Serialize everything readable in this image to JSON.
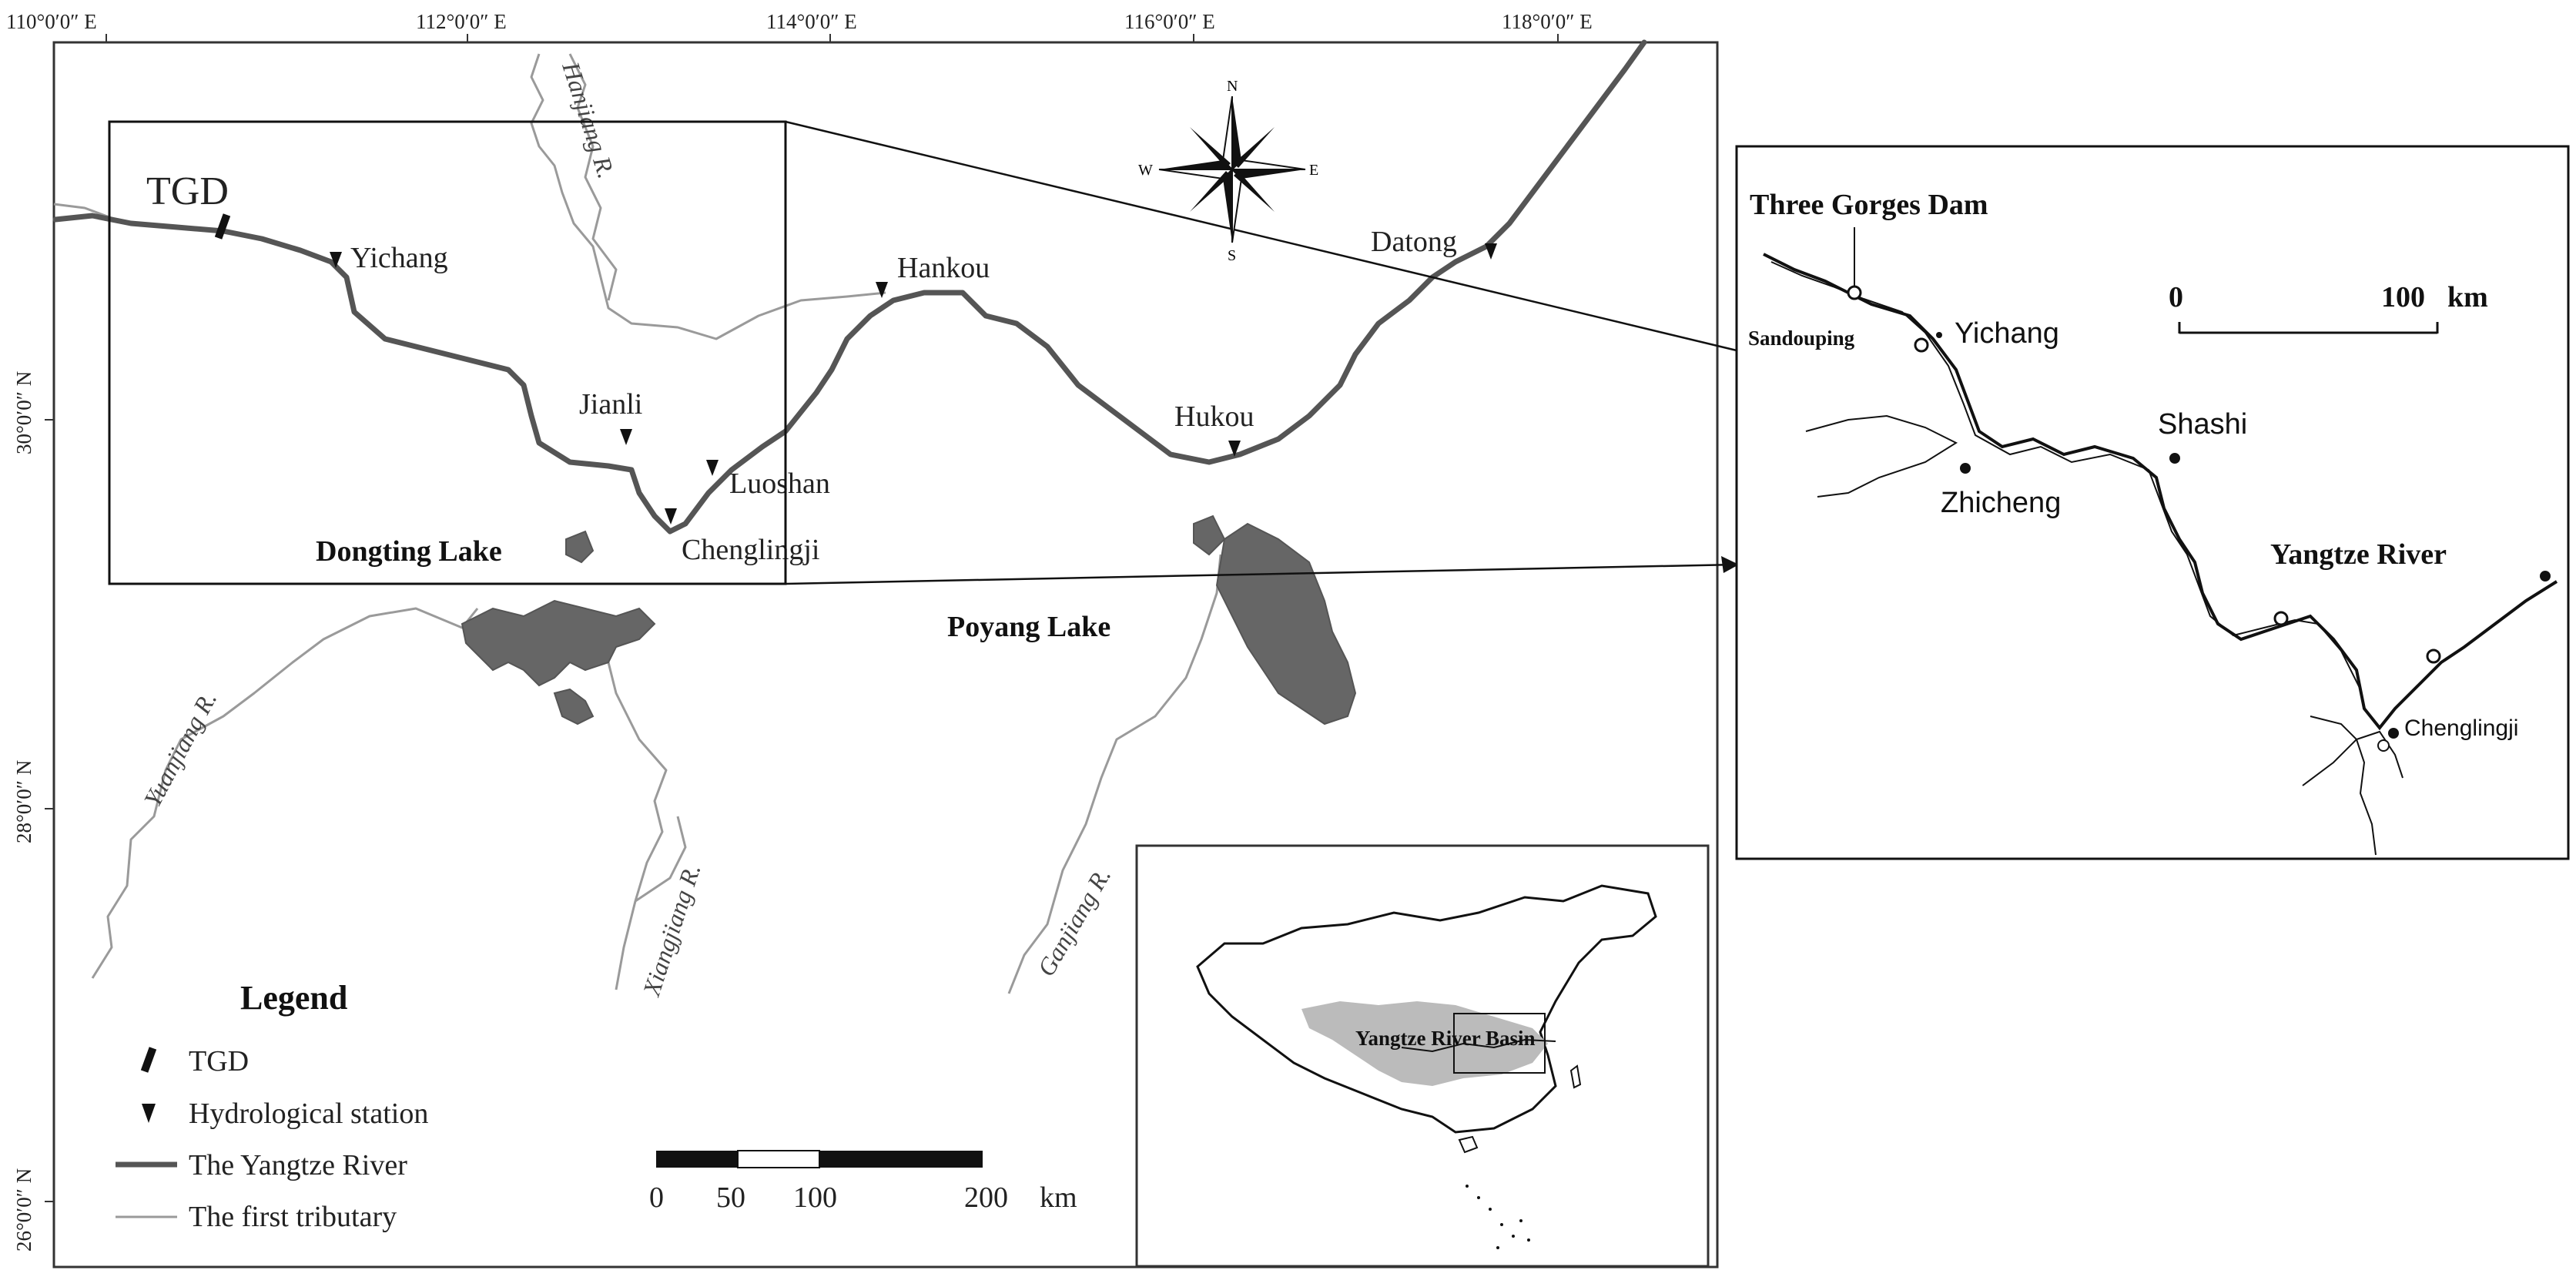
{
  "longitude_labels": [
    "110°0′0″  E",
    "112°0′0″  E",
    "114°0′0″  E",
    "116°0′0″  E",
    "118°0′0″  E"
  ],
  "latitude_labels": [
    "30°0′0″ N",
    "28°0′0″ N",
    "26°0′0″ N"
  ],
  "stations": {
    "tgd": "TGD",
    "yichang": "Yichang",
    "jianli": "Jianli",
    "luoshan": "Luoshan",
    "chenglingji": "Chenglingji",
    "hankou": "Hankou",
    "hukou": "Hukou",
    "datong": "Datong"
  },
  "lakes": {
    "dongting": "Dongting Lake",
    "poyang": "Poyang Lake"
  },
  "rivers": {
    "hanjiang": "Hanjiang R.",
    "yuanjiang": "Yuanjiang R.",
    "xiangjiang": "Xiangjiang R.",
    "ganjiang": "Ganjiang R."
  },
  "compass": {
    "n": "N",
    "s": "S",
    "e": "E",
    "w": "W"
  },
  "legend": {
    "title": "Legend",
    "items": [
      "TGD",
      "Hydrological station",
      "The Yangtze River",
      "The first tributary"
    ]
  },
  "scale_bar": {
    "ticks": [
      "0",
      "50",
      "100",
      "200"
    ],
    "unit": "km"
  },
  "locator_map": {
    "label": "Yangtze River Basin"
  },
  "inset": {
    "title": "Three Gorges Dam",
    "sandouping": "Sandouping",
    "yichang": "Yichang",
    "zhicheng": "Zhicheng",
    "shashi": "Shashi",
    "yangtze_river": "Yangtze River",
    "chenglingji": "Chenglingji",
    "scale": {
      "start": "0",
      "end": "100",
      "unit": "km"
    }
  },
  "colors": {
    "yangtze": "#555555",
    "tributary": "#9a9a9a",
    "lake": "#666666",
    "basin": "#bbbbbb"
  }
}
